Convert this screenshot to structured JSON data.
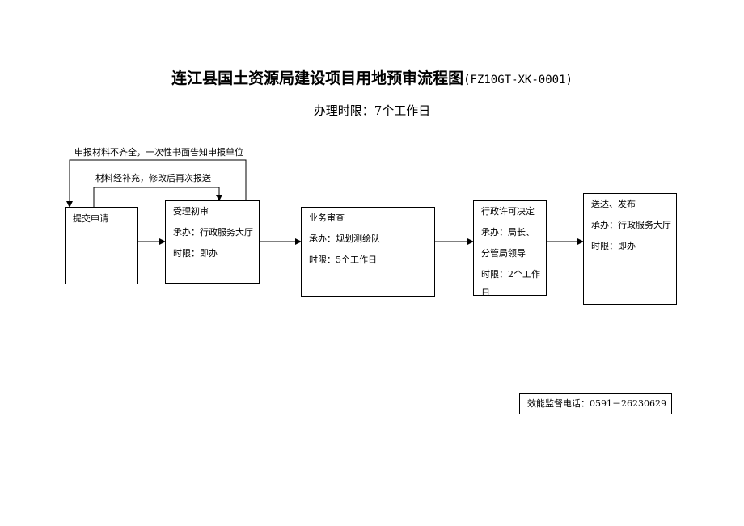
{
  "title": {
    "main": "连江县国土资源局建设项目用地预审流程图",
    "code": "(FZ10GT-XK-0001)"
  },
  "subtitle": "办理时限：7个工作日",
  "loop_labels": {
    "incomplete": "申报材料不齐全，一次性书面告知申报单位",
    "supplement": "材料经补充，修改后再次报送"
  },
  "steps": {
    "submit": {
      "name": "提交申请"
    },
    "accept": {
      "name": "受理初审",
      "handler": "承办：行政服务大厅",
      "time": "时限：即办"
    },
    "review": {
      "name": "业务审查",
      "handler": "承办：规划测绘队",
      "time": "时限：5个工作日"
    },
    "decision": {
      "name": "行政许可决定",
      "handler_1": "承办：局长、",
      "handler_2": "分管局领导",
      "time": "时限：2个工作",
      "time_cut": "日"
    },
    "deliver": {
      "name": "送达、发布",
      "handler": "承办：行政服务大厅",
      "time": "时限：即办"
    }
  },
  "hotline": "效能监督电话：0591－26230629"
}
